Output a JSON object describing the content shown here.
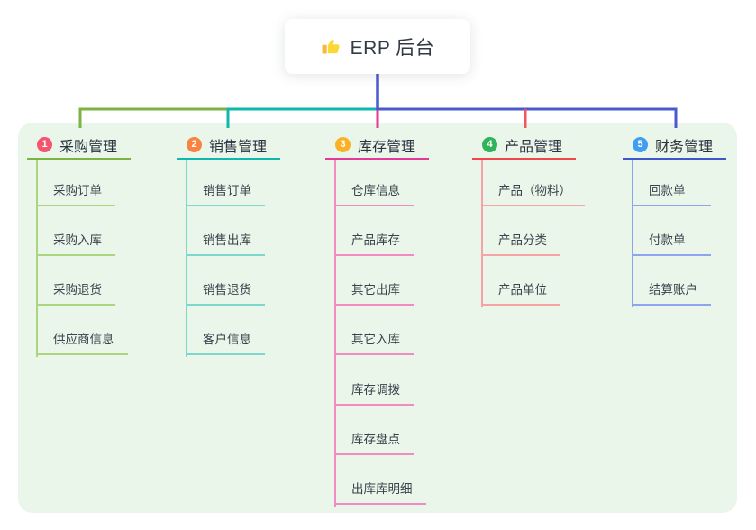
{
  "root": {
    "label": "ERP 后台",
    "icon": "thumbs-up-icon"
  },
  "canvas": {
    "bg_color": "#e9f6e9"
  },
  "connectors": {
    "root_blue": "#4a59d0",
    "bus_green": "#7cb342",
    "bus_teal": "#10b7ab",
    "drop_magenta": "#e23a97",
    "drop_red": "#f2555c",
    "bus_blue": "#4a59d0"
  },
  "branches": [
    {
      "index": "1",
      "title": "采购管理",
      "badge_color": "#f4566e",
      "line_color": "#7cb342",
      "child_line_color": "#abd57f",
      "children": [
        "采购订单",
        "采购入库",
        "采购退货",
        "供应商信息"
      ]
    },
    {
      "index": "2",
      "title": "销售管理",
      "badge_color": "#f88440",
      "line_color": "#10b7ab",
      "child_line_color": "#7cd8cc",
      "children": [
        "销售订单",
        "销售出库",
        "销售退货",
        "客户信息"
      ]
    },
    {
      "index": "3",
      "title": "库存管理",
      "badge_color": "#f9b226",
      "line_color": "#e23a97",
      "child_line_color": "#f18cc3",
      "children": [
        "仓库信息",
        "产品库存",
        "其它出库",
        "其它入库",
        "库存调拨",
        "库存盘点",
        "出库库明细"
      ]
    },
    {
      "index": "4",
      "title": "产品管理",
      "badge_color": "#2fb45b",
      "line_color": "#f0474d",
      "child_line_color": "#f7a2a4",
      "children": [
        "产品（物料）",
        "产品分类",
        "产品单位"
      ]
    },
    {
      "index": "5",
      "title": "财务管理",
      "badge_color": "#3f9ef2",
      "line_color": "#4155cb",
      "child_line_color": "#8ea4ee",
      "children": [
        "回款单",
        "付款单",
        "结算账户"
      ]
    }
  ]
}
